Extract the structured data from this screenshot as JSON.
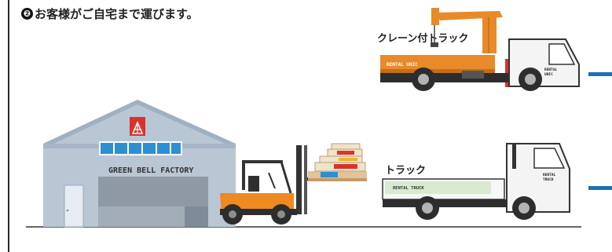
{
  "step": {
    "number": "❷",
    "text": "お客様がご自宅まで運びます。"
  },
  "vehicles": {
    "crane_truck_label": "クレーン付トラック",
    "truck_label": "トラック",
    "crane_truck_bed_text": "RENTAL UNIC",
    "crane_truck_door_text": "RENTAL\nUNIC",
    "truck_bed_text": "RENTAL TRUCK",
    "truck_door_text": "RENTAL\nTRUCK"
  },
  "building": {
    "sign": "GREEN BELL FACTORY"
  },
  "colors": {
    "crane_orange": "#e88a2a",
    "forklift_orange": "#ee8a22",
    "building_blue": "#b9c6d4",
    "accent_blue": "#1f6fb4",
    "logo_red": "#d9342b"
  }
}
